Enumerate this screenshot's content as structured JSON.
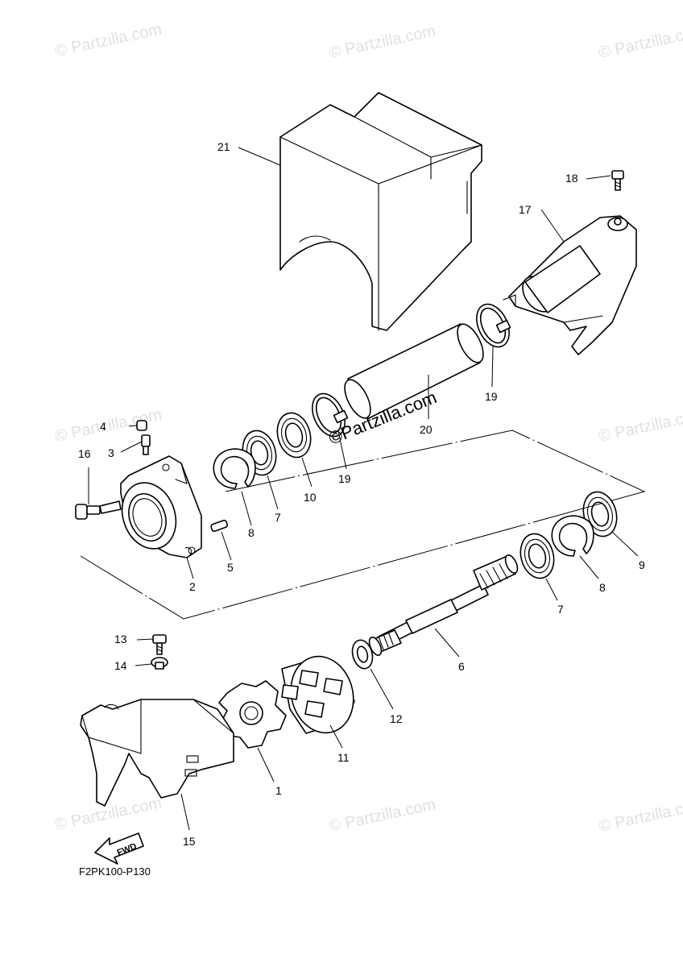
{
  "diagram": {
    "code": "F2PK100-P130",
    "fwd_label": "FWD",
    "watermark": "© Partzilla.com",
    "watermark_center": "©Partzilla.com",
    "callouts": {
      "p1": "1",
      "p2": "2",
      "p3": "3",
      "p4": "4",
      "p5": "5",
      "p6": "6",
      "p7a": "7",
      "p7b": "7",
      "p8a": "8",
      "p8b": "8",
      "p9": "9",
      "p10": "10",
      "p11": "11",
      "p12": "12",
      "p13": "13",
      "p14": "14",
      "p15": "15",
      "p16": "16",
      "p17": "17",
      "p18": "18",
      "p19a": "19",
      "p19b": "19",
      "p20": "20",
      "p21": "21"
    }
  }
}
